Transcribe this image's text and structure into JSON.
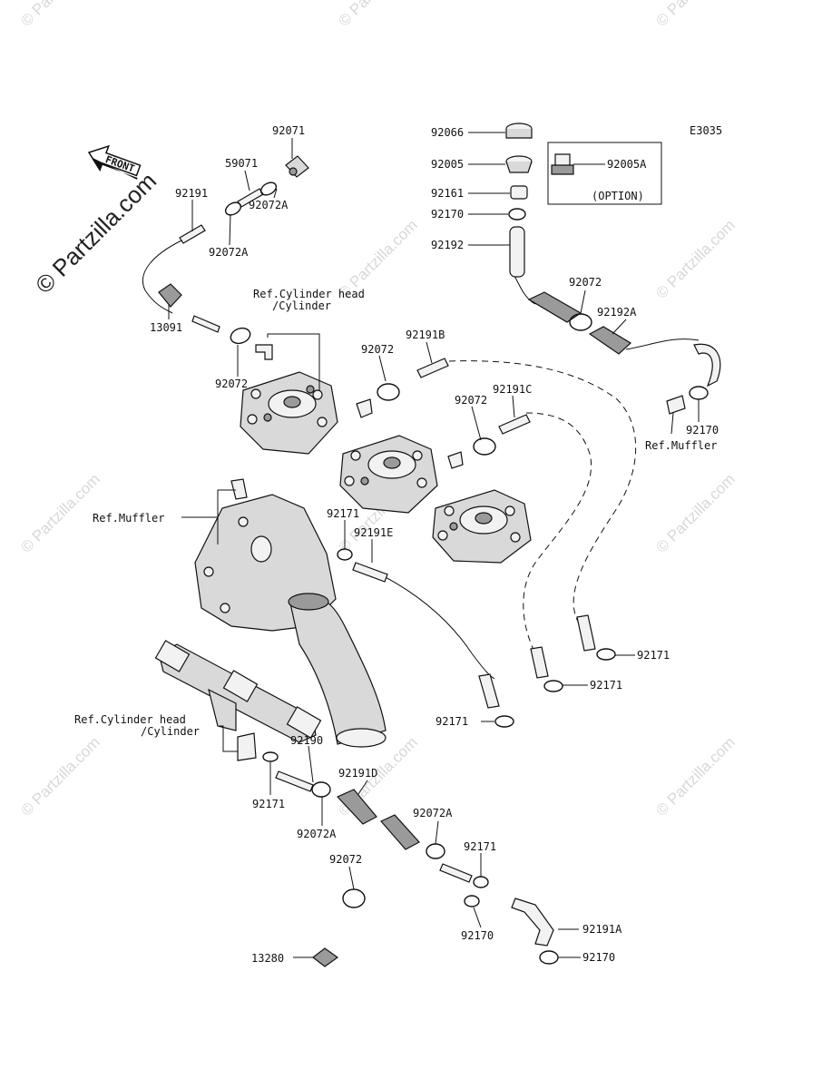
{
  "diagram_code": "E3035",
  "logo_text": "© Partzilla.com",
  "watermark_text": "© Partzilla.com",
  "front_label": "FRONT",
  "option_label": "(OPTION)",
  "parts": {
    "p92071": "92071",
    "p59071": "59071",
    "p92191": "92191",
    "p92072A_top": "92072A",
    "p92072A_left": "92072A",
    "p13091": "13091",
    "p92072_left": "92072",
    "ref_cyl_top_1": "Ref.Cylinder head",
    "ref_cyl_top_2": "/Cylinder",
    "p92066": "92066",
    "p92005": "92005",
    "p92005A": "92005A",
    "p92161": "92161",
    "p92170_top": "92170",
    "p92192": "92192",
    "p92072_right": "92072",
    "p92192A": "92192A",
    "p92191B": "92191B",
    "p92072_mid": "92072",
    "p92191C": "92191C",
    "p92072_mid2": "92072",
    "p92170_right": "92170",
    "ref_muffler_right": "Ref.Muffler",
    "ref_muffler_left": "Ref.Muffler",
    "p92171_mid": "92171",
    "p92191E": "92191E",
    "p92171_r1": "92171",
    "p92171_r2": "92171",
    "p92171_r3": "92171",
    "ref_cyl_bot_1": "Ref.Cylinder head",
    "ref_cyl_bot_2": "/Cylinder",
    "p92190": "92190",
    "p92191D": "92191D",
    "p92171_bl": "92171",
    "p92072A_bot": "92072A",
    "p92072A_bot2": "92072A",
    "p92171_b": "92171",
    "p92072_bot": "92072",
    "p13280": "13280",
    "p92170_b": "92170",
    "p92191A": "92191A",
    "p92170_bb": "92170"
  }
}
